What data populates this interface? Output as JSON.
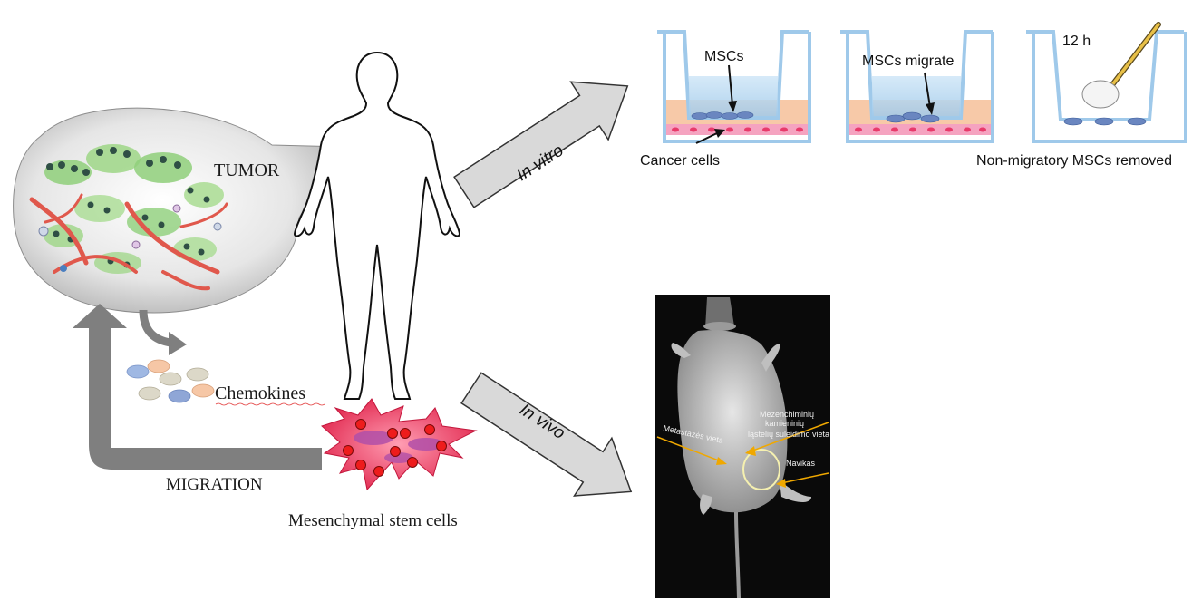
{
  "labels": {
    "tumor": "TUMOR",
    "chemokines": "Chemokines",
    "migration": "MIGRATION",
    "msc_cells": "Mesenchymal stem cells",
    "in_vitro": "In vitro",
    "in_vivo": "In vivo"
  },
  "transwell": {
    "step1": {
      "top_label": "MSCs",
      "bottom_label": "Cancer cells"
    },
    "step2": {
      "top_label": "MSCs migrate"
    },
    "step3": {
      "time_label": "12 h",
      "bottom_label": "Non-migratory MSCs removed"
    }
  },
  "mouse_image": {
    "injection_site": [
      "Mezenchiminių",
      "kamieninių",
      "ląstelių suleidimo vieta"
    ],
    "metastasis_site": "Metastazės vieta",
    "tumor_label": "Navikas"
  },
  "colors": {
    "arrow_fill": "#d9d9d9",
    "migration_arrow": "#7f7f7f",
    "well_blue": "#9fc9ea",
    "well_orange": "#f7c9a8",
    "cancer_layer": "#f5a3c0",
    "msc_red": "#e8344f",
    "annotation_orange": "#f0a800"
  }
}
